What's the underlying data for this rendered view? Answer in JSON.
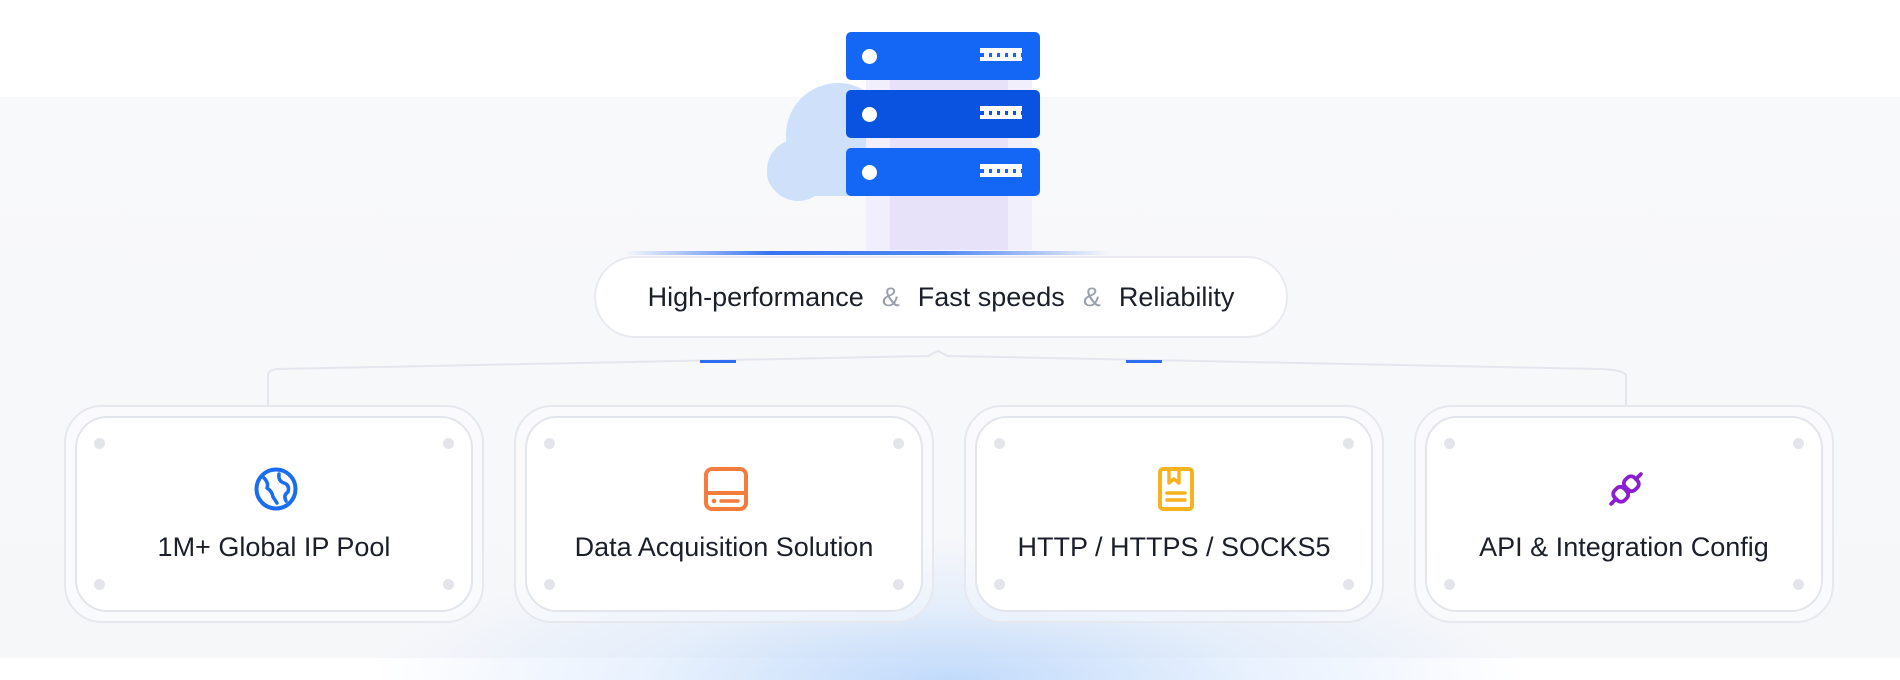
{
  "headline": {
    "items": [
      "High-performance",
      "Fast speeds",
      "Reliability"
    ],
    "separator": "&"
  },
  "features": [
    {
      "label": "1M+ Global IP Pool",
      "icon": "globe-icon",
      "color": "#1a6cf0"
    },
    {
      "label": "Data Acquisition Solution",
      "icon": "hard-drive-icon",
      "color": "#f47c3c"
    },
    {
      "label": "HTTP / HTTPS / SOCKS5",
      "icon": "bookmark-book-icon",
      "color": "#f7b31f"
    },
    {
      "label": "API & Integration Config",
      "icon": "plug-connector-icon",
      "color": "#8a1fd1"
    }
  ],
  "colors": {
    "server_blue": "#1466f5",
    "server_blue_dark": "#0a53e0",
    "cloud": "#cfe0fb",
    "accent_line": "#2d6df2"
  }
}
